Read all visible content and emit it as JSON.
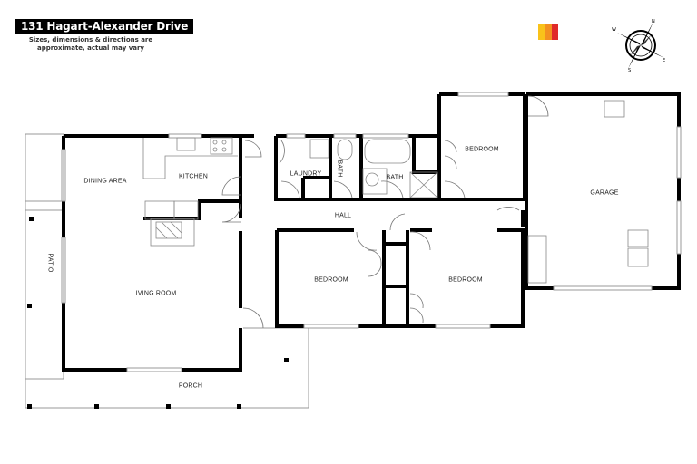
{
  "header": {
    "address": "131 Hagart-Alexander Drive",
    "disclaimer": "Sizes, dimensions & directions are approximate, actual may vary"
  },
  "logo": {
    "colors": [
      "#f9c21a",
      "#f39020",
      "#e02a2a"
    ]
  },
  "compass": {
    "icon": "compass-rose-icon"
  },
  "rooms": {
    "dining_area": "DINING AREA",
    "kitchen": "KITCHEN",
    "living_room": "LIVING ROOM",
    "patio": "PATIO",
    "porch": "PORCH",
    "laundry": "LAUNDRY",
    "bath_small": "BATH",
    "bath_main": "BATH",
    "bedroom_1": "BEDROOM",
    "bedroom_2": "BEDROOM",
    "bedroom_3": "BEDROOM",
    "hall": "HALL",
    "garage": "GARAGE"
  },
  "colors": {
    "wall": "#000000",
    "line": "#888888",
    "background": "#ffffff"
  }
}
